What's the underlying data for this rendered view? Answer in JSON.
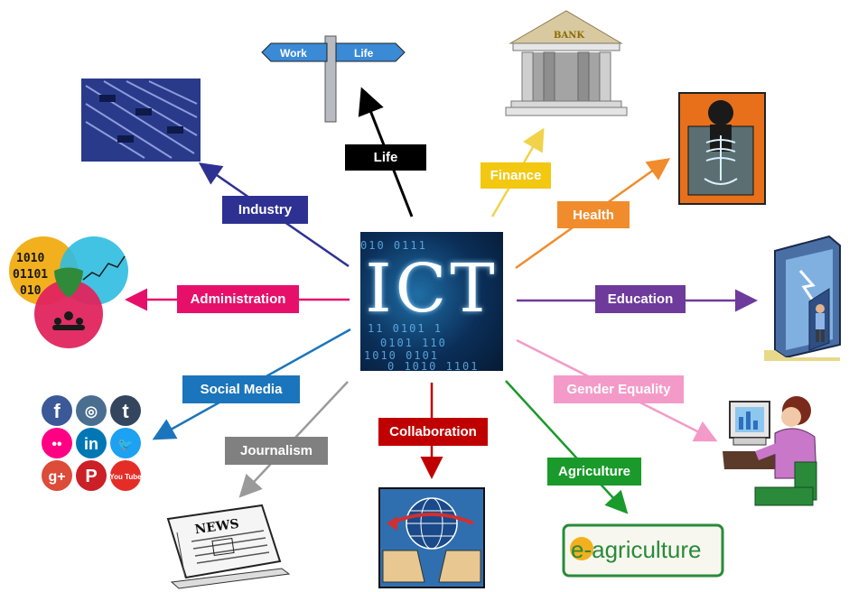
{
  "hub": {
    "title": "ICT",
    "binary_rows": [
      "010  0111",
      "11 0101 1",
      "0101 110",
      "1010 0101",
      "0 1010 1101"
    ]
  },
  "labels": {
    "life": "Life",
    "finance": "Finance",
    "industry": "Industry",
    "health": "Health",
    "administration": "Administration",
    "education": "Education",
    "social_media": "Social Media",
    "gender_equality": "Gender Equality",
    "journalism": "Journalism",
    "collaboration": "Collaboration",
    "agriculture": "Agriculture"
  },
  "images": {
    "signpost_left": "Work",
    "signpost_right": "Life",
    "bank": "BANK",
    "venn_binary_a": "1010",
    "venn_binary_b": "01101",
    "venn_binary_c": "010",
    "newspaper": "NEWS",
    "eagriculture": "e-agriculture",
    "social_icons": [
      "f",
      "◎",
      "t",
      "••",
      "in",
      "🐦",
      "g+",
      "P",
      "You Tube"
    ]
  },
  "colors": {
    "life": "#000000",
    "finance": "#f2c811",
    "industry": "#2e3192",
    "health": "#f08c2c",
    "administration": "#e6106a",
    "education": "#6e3a9c",
    "social_media": "#1b75bc",
    "gender_equality": "#f49ac8",
    "journalism": "#7f7f7f",
    "collaboration": "#c00000",
    "agriculture": "#1a9a2a"
  }
}
